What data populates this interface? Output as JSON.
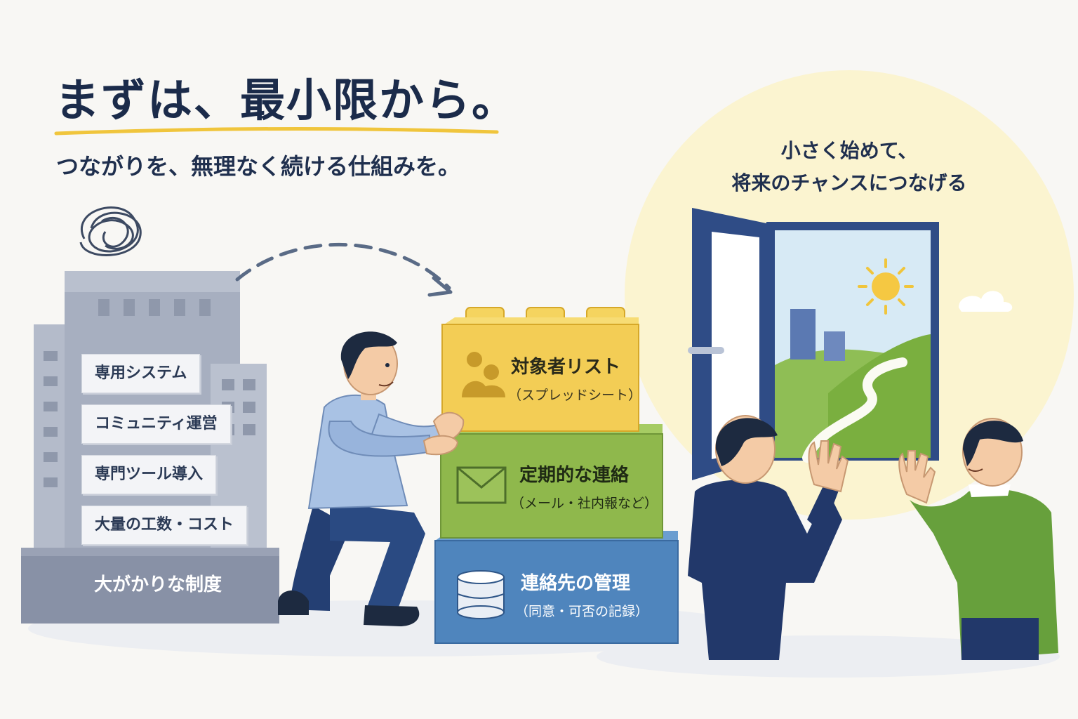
{
  "heading": {
    "title": "まずは、最小限から。",
    "subtitle": "つながりを、無理なく続ける仕組みを。"
  },
  "heavy_system": {
    "items": [
      "専用システム",
      "コミュニティ運営",
      "専門ツール導入",
      "大量の工数・コスト"
    ],
    "base_label": "大がかりな制度",
    "icon": "tangled-scribble-icon"
  },
  "blocks": [
    {
      "title": "対象者リスト",
      "sub": "（スプレッドシート）",
      "icon": "people-icon",
      "color": "#f3cd55"
    },
    {
      "title": "定期的な連絡",
      "sub": "（メール・社内報など）",
      "icon": "envelope-icon",
      "color": "#8fb84c"
    },
    {
      "title": "連絡先の管理",
      "sub": "（同意・可否の記録）",
      "icon": "database-icon",
      "color": "#4f85bd"
    }
  ],
  "future": {
    "line1": "小さく始めて、",
    "line2": "将来のチャンスにつなげる"
  },
  "colors": {
    "navy": "#1b2b4a",
    "accent_underline": "#f0c53c",
    "building": "#a9b1c2",
    "glow": "#fbf3c9"
  }
}
